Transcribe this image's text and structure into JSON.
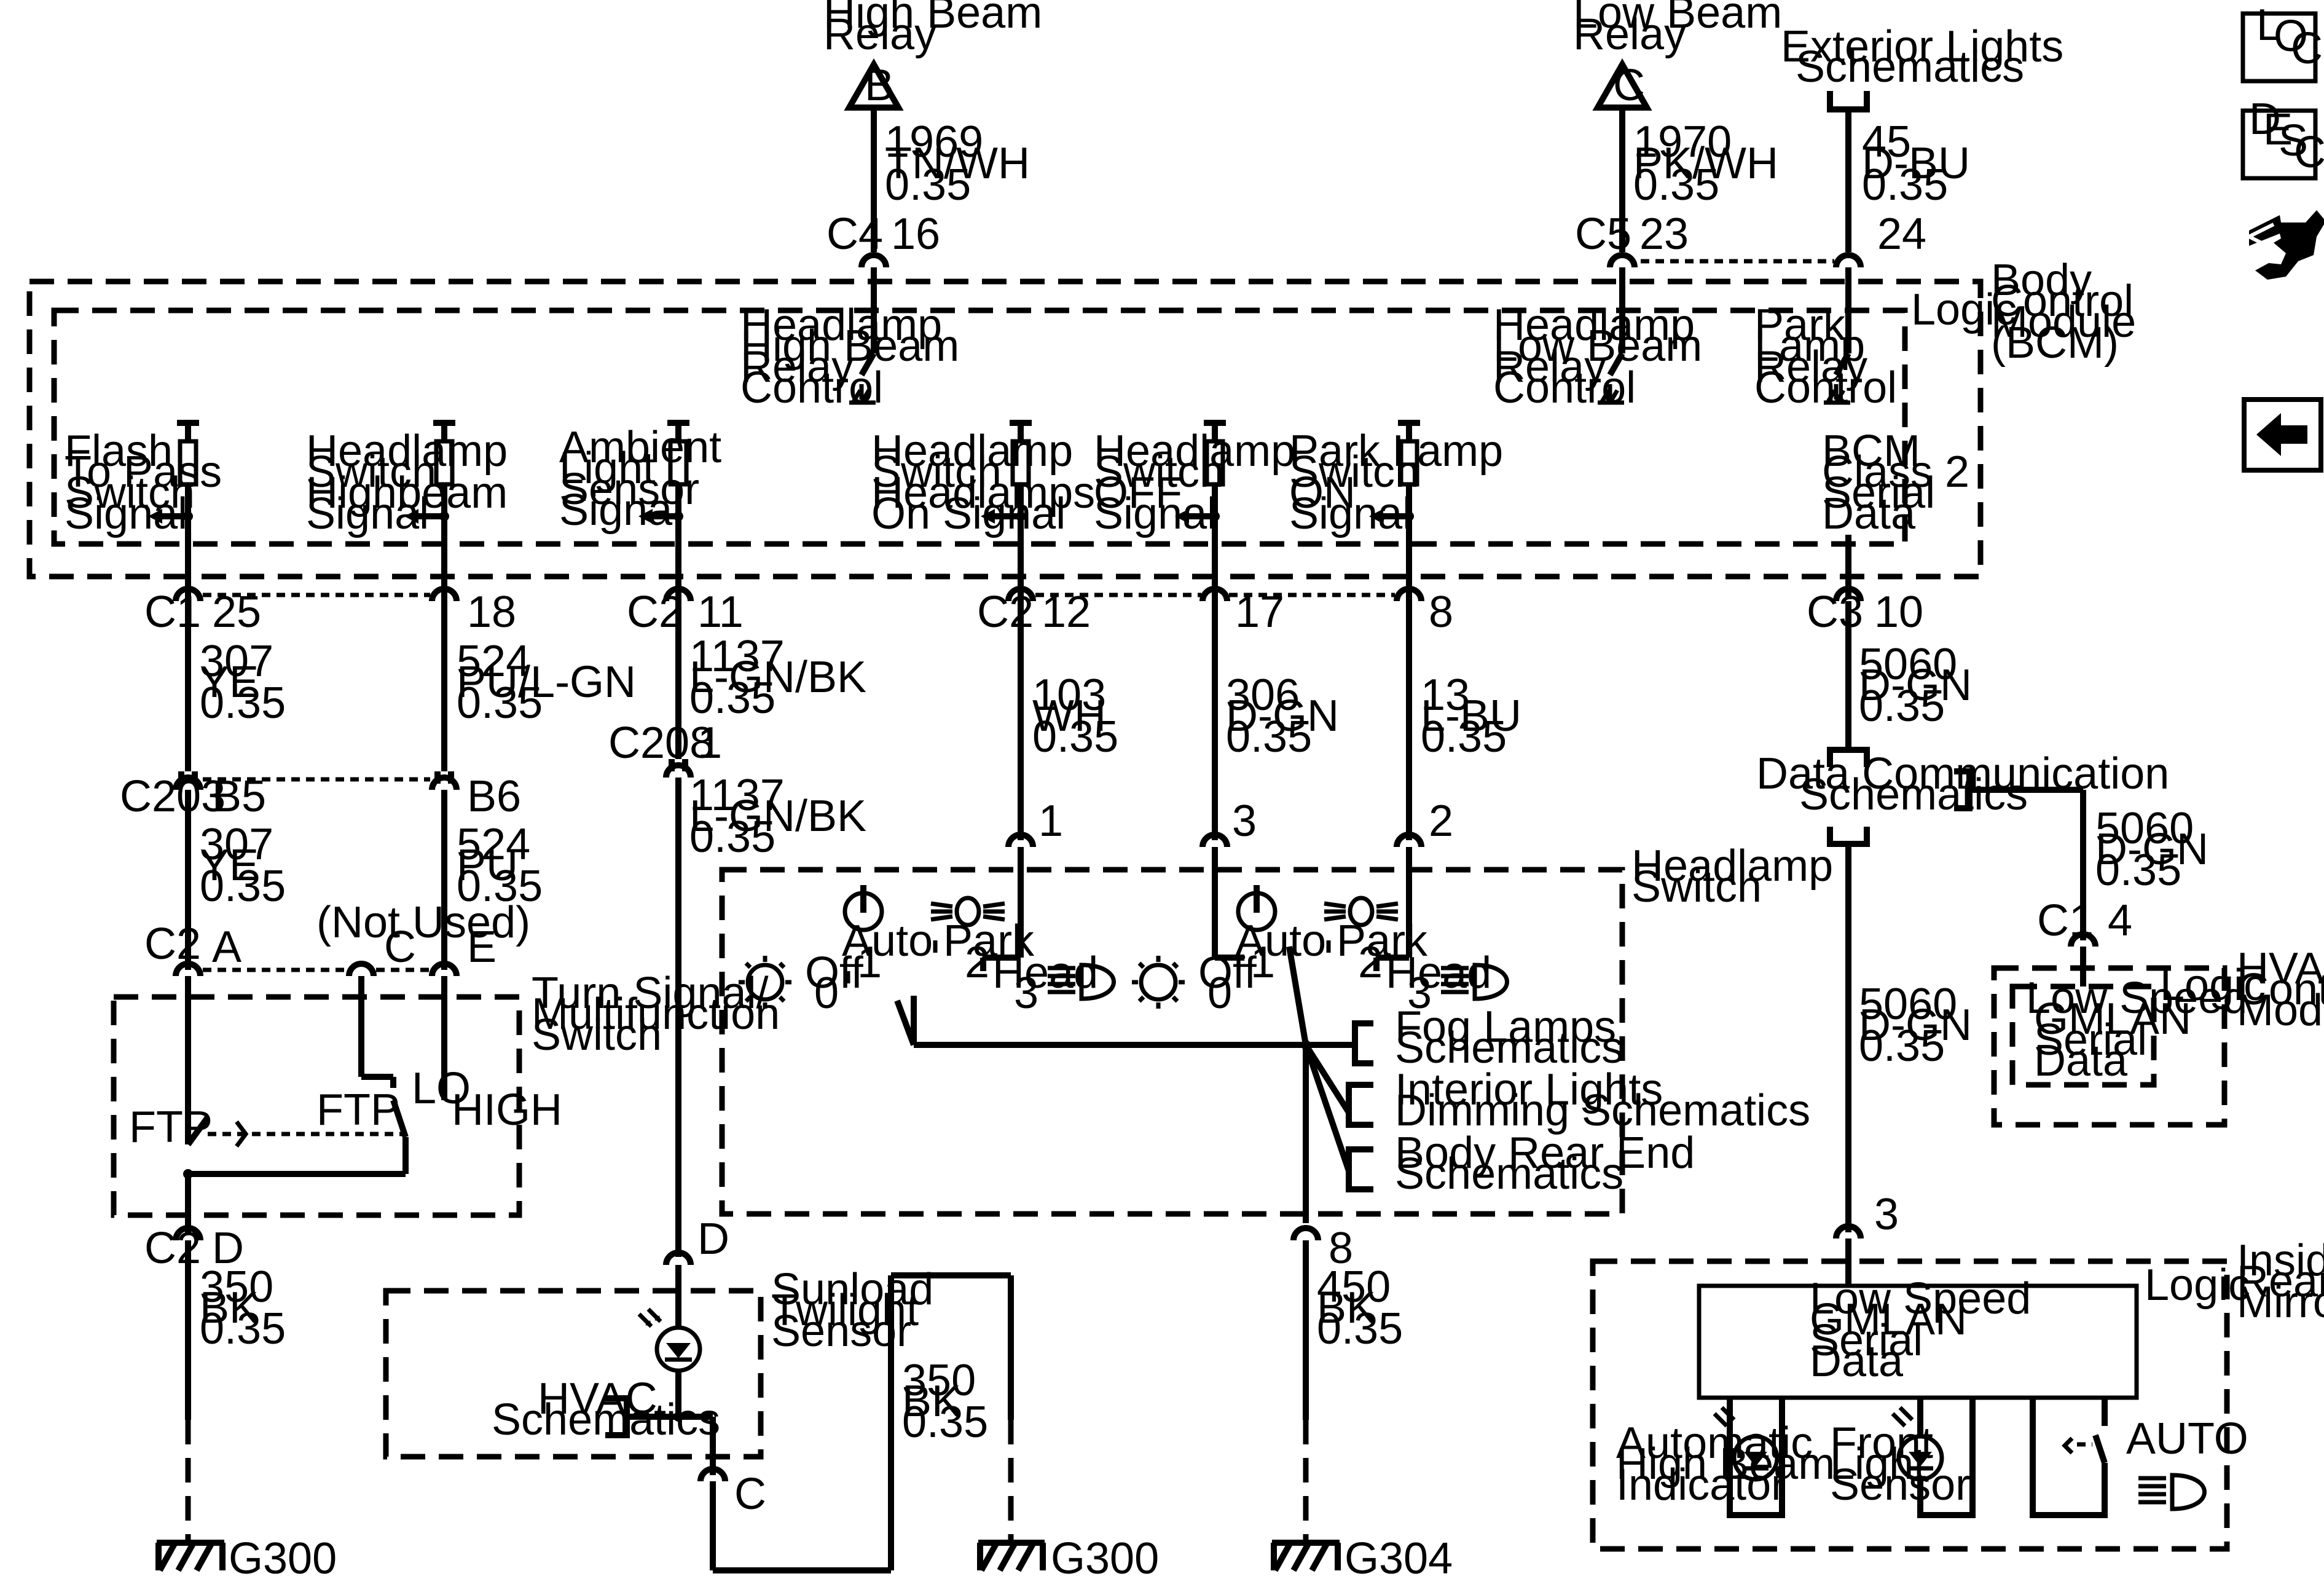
{
  "top": {
    "high_beam_relay": [
      "High Beam",
      "Relay"
    ],
    "high_beam_relay_letter": "B",
    "high_beam_wire": [
      "1969",
      "TN/WH",
      "0.35"
    ],
    "high_beam_conn": "C4",
    "high_beam_pin": "16",
    "low_beam_relay": [
      "Low Beam",
      "Relay"
    ],
    "low_beam_relay_letter": "C",
    "low_beam_wire": [
      "1970",
      "PK/WH",
      "0.35"
    ],
    "low_beam_conn": "C5",
    "low_beam_pin": "23",
    "exterior_lights": [
      "Exterior Lights",
      "Schematics"
    ],
    "exterior_wire": [
      "45",
      "D-BU",
      "0.35"
    ],
    "exterior_pin": "24"
  },
  "bcm": {
    "name": [
      "Body",
      "Control",
      "Module",
      "(BCM)"
    ],
    "logic": "Logic",
    "hb_control": [
      "Headlamp",
      "High Beam",
      "Relay",
      "Control"
    ],
    "lb_control": [
      "Headlamp",
      "Low Beam",
      "Relay",
      "Control"
    ],
    "park_control": [
      "Park",
      "Lamp",
      "Relay",
      "Control"
    ],
    "signals": [
      [
        "Flash",
        "To Pass",
        "Switch",
        "Signal"
      ],
      [
        "Headlamp",
        "Switch",
        "Highbeam",
        "Signal"
      ],
      [
        "Ambient",
        "Light",
        "Sensor",
        "Signal"
      ],
      [
        "Headlamp",
        "Switch",
        "Headlamps",
        "On  Signal"
      ],
      [
        "Headlamp",
        "Switch",
        "OFF",
        "Signal"
      ],
      [
        "Park Lamp",
        "Switch",
        "ON",
        "Signal"
      ],
      [
        "BCM",
        "Class 2",
        "Serial",
        "Data"
      ]
    ]
  },
  "bottom_conn": {
    "c1": "C1",
    "c1_pin25": "25",
    "pin18": "18",
    "c2a": "C2",
    "pin11": "11",
    "c2b": "C2",
    "pin12": "12",
    "pin17": "17",
    "pin8": "8",
    "c3": "C3",
    "pin10": "10"
  },
  "wires": {
    "w307": [
      "307",
      "YE",
      "0.35"
    ],
    "w524": [
      "524",
      "PU/L-GN",
      "0.35"
    ],
    "w1137a": [
      "1137",
      "L-GN/BK",
      "0.35"
    ],
    "w103": [
      "103",
      "WH",
      "0.35"
    ],
    "w306": [
      "306",
      "D-GN",
      "0.35"
    ],
    "w13": [
      "13",
      "L-BU",
      "0.35"
    ],
    "w5060a": [
      "5060",
      "D-GN",
      "0.35"
    ],
    "w307b": [
      "307",
      "YE",
      "0.35"
    ],
    "w524b": [
      "524",
      "PU",
      "0.35"
    ],
    "w1137b": [
      "1137",
      "L-GN/BK",
      "0.35"
    ],
    "w5060b": [
      "5060",
      "D-GN",
      "0.35"
    ],
    "w5060c": [
      "5060",
      "D-GN",
      "0.35"
    ],
    "w350a": [
      "350",
      "BK",
      "0.35"
    ],
    "w350b": [
      "350",
      "BK",
      "0.35"
    ],
    "w450": [
      "450",
      "BK",
      "0.35"
    ]
  },
  "c203": {
    "name": "C203",
    "b5": "B5",
    "b6": "B6"
  },
  "c208": {
    "name": "C208",
    "pin": "1"
  },
  "turn_switch": {
    "name": [
      "Turn Signal/",
      "Multifunction",
      "Switch"
    ],
    "c2": "C2",
    "a": "A",
    "c": "C",
    "e": "E",
    "not_used": "(Not Used)",
    "ftp1": "FTP",
    "ftp2": "FTP",
    "lo": "LO",
    "high": "HIGH",
    "bottom_c2": "C2",
    "bottom_d": "D"
  },
  "headlamp_switch": {
    "name": [
      "Headlamp",
      "Switch"
    ],
    "pin1": "1",
    "pin3": "3",
    "pin2": "2",
    "auto": "Auto",
    "auto_num": "1",
    "off": "Off",
    "off_num": "0",
    "park": "Park",
    "park_num": "2",
    "head": "Head",
    "head_num": "3",
    "fog": [
      "Fog Lamps",
      "Schematics"
    ],
    "interior": [
      "Interior Lights",
      "Dimming Schematics"
    ],
    "body_rear": [
      "Body Rear End",
      "Schematics"
    ],
    "bottom_pin": "8"
  },
  "sunload": {
    "name": [
      "Sunload",
      "Twilight",
      "Sensor"
    ],
    "pin_d": "D",
    "pin_c": "C",
    "hvac": [
      "HVAC",
      "Schematics"
    ]
  },
  "data_comm": [
    "Data Communication",
    "Schematics"
  ],
  "hvac_module": {
    "name": [
      "HVAC",
      "Control",
      "Module"
    ],
    "c1": "C1",
    "pin": "4",
    "logic": "Logic",
    "gmlan": [
      "Low Speed",
      "GMLAN",
      "Serial",
      "Data"
    ]
  },
  "mirror": {
    "name": [
      "Inside",
      "Rearview",
      "Mirror"
    ],
    "pin": "3",
    "logic": "Logic",
    "gmlan": [
      "Low Speed",
      "GMLAN",
      "Serial",
      "Data"
    ],
    "indicator": [
      "Automatic",
      "High Beam",
      "Indicator"
    ],
    "sensor": [
      "Front",
      "Light",
      "Sensor"
    ],
    "auto": "AUTO"
  },
  "grounds": {
    "g300a": "G300",
    "g300b": "G300",
    "g304": "G304"
  },
  "side_icons": {
    "loc": [
      "L",
      "O",
      "C"
    ],
    "desc": [
      "D",
      "E",
      "S",
      "C"
    ]
  }
}
